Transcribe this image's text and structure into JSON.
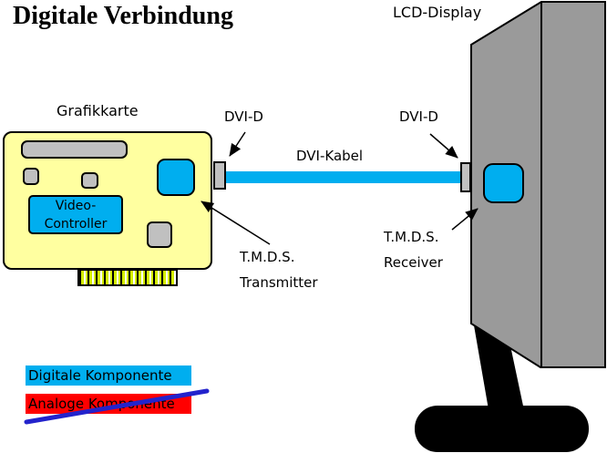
{
  "title": "Digitale Verbindung",
  "diagram": {
    "graphics_card": {
      "label": "Grafikkarte",
      "video_controller_line1": "Video-",
      "video_controller_line2": "Controller"
    },
    "display": {
      "label": "LCD-Display"
    },
    "cable": {
      "label": "DVI-Kabel"
    },
    "connectors": {
      "left_label": "DVI-D",
      "right_label": "DVI-D"
    },
    "tmds": {
      "transmitter_line1": "T.M.D.S.",
      "transmitter_line2": "Transmitter",
      "receiver_line1": "T.M.D.S.",
      "receiver_line2": "Receiver"
    }
  },
  "legend": {
    "digital_label": "Digitale Komponente",
    "analog_label": "Analoge Komponente",
    "analog_struck_through": true
  },
  "colors": {
    "digital_blue": "#00AEEF",
    "analog_red": "#FF0000",
    "card_yellow": "#FFFFA0",
    "component_gray": "#C0C0C0",
    "monitor_gray": "#9A9A9A",
    "edge_connector_green": "#D4EE00",
    "strike_line_blue": "#2323CC"
  }
}
